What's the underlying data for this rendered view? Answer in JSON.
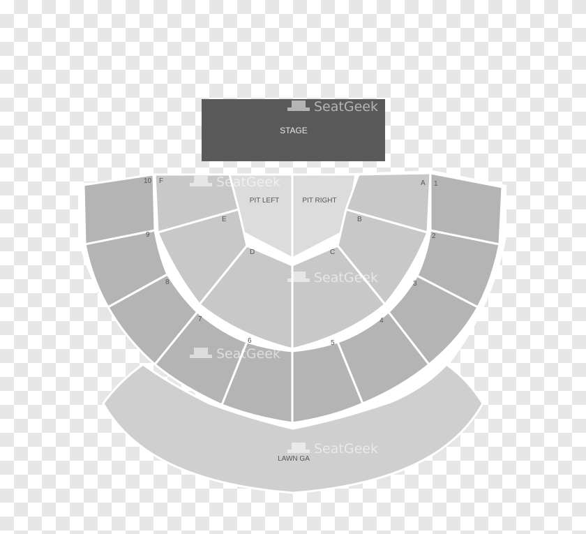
{
  "colors": {
    "stage": "#595959",
    "pit": "#dcdcdc",
    "inner": "#c8c8c8",
    "outer": "#b4b4b4",
    "lawn": "#cfcfcf",
    "venue_bg": "#ffffff"
  },
  "stage": {
    "label": "STAGE"
  },
  "watermark": {
    "text": "SeatGeek",
    "icon": "top-hat-icon"
  },
  "pit": [
    {
      "id": "pit-left",
      "label": "PIT LEFT"
    },
    {
      "id": "pit-right",
      "label": "PIT RIGHT"
    }
  ],
  "inner_sections": [
    {
      "id": "f",
      "label": "F"
    },
    {
      "id": "e",
      "label": "E"
    },
    {
      "id": "d",
      "label": "D"
    },
    {
      "id": "c",
      "label": "C"
    },
    {
      "id": "b",
      "label": "B"
    },
    {
      "id": "a",
      "label": "A"
    }
  ],
  "outer_sections": [
    {
      "id": "10",
      "label": "10"
    },
    {
      "id": "9",
      "label": "9"
    },
    {
      "id": "8",
      "label": "8"
    },
    {
      "id": "7",
      "label": "7"
    },
    {
      "id": "6",
      "label": "6"
    },
    {
      "id": "5",
      "label": "5"
    },
    {
      "id": "4",
      "label": "4"
    },
    {
      "id": "3",
      "label": "3"
    },
    {
      "id": "2",
      "label": "2"
    },
    {
      "id": "1",
      "label": "1"
    }
  ],
  "lawn": {
    "label": "LAWN GA"
  }
}
